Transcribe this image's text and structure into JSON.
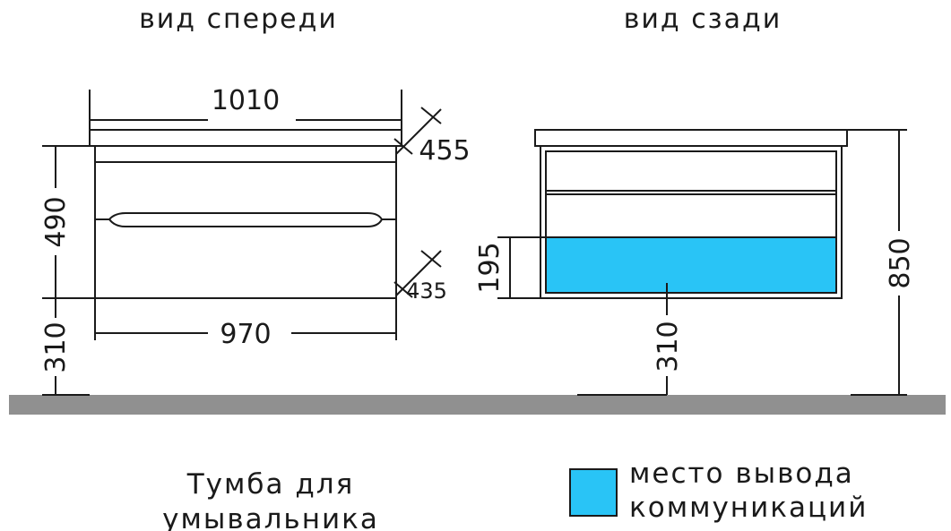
{
  "views": {
    "front_title": "вид спереди",
    "back_title": "вид сзади"
  },
  "dimensions": {
    "top_width": "1010",
    "top_depth": "455",
    "body_height": "490",
    "body_width": "970",
    "body_depth": "435",
    "floor_height_front": "310",
    "outlet_height": "195",
    "floor_height_back": "310",
    "total_height": "850"
  },
  "caption": {
    "line1": "Тумба для",
    "line2": "умывальника"
  },
  "legend": {
    "line1": "место вывода",
    "line2": "коммуникаций",
    "swatch_color": "#29c4f6"
  },
  "colors": {
    "line": "#1a1a1a",
    "floor": "#909090",
    "outlet": "#29c4f6"
  }
}
